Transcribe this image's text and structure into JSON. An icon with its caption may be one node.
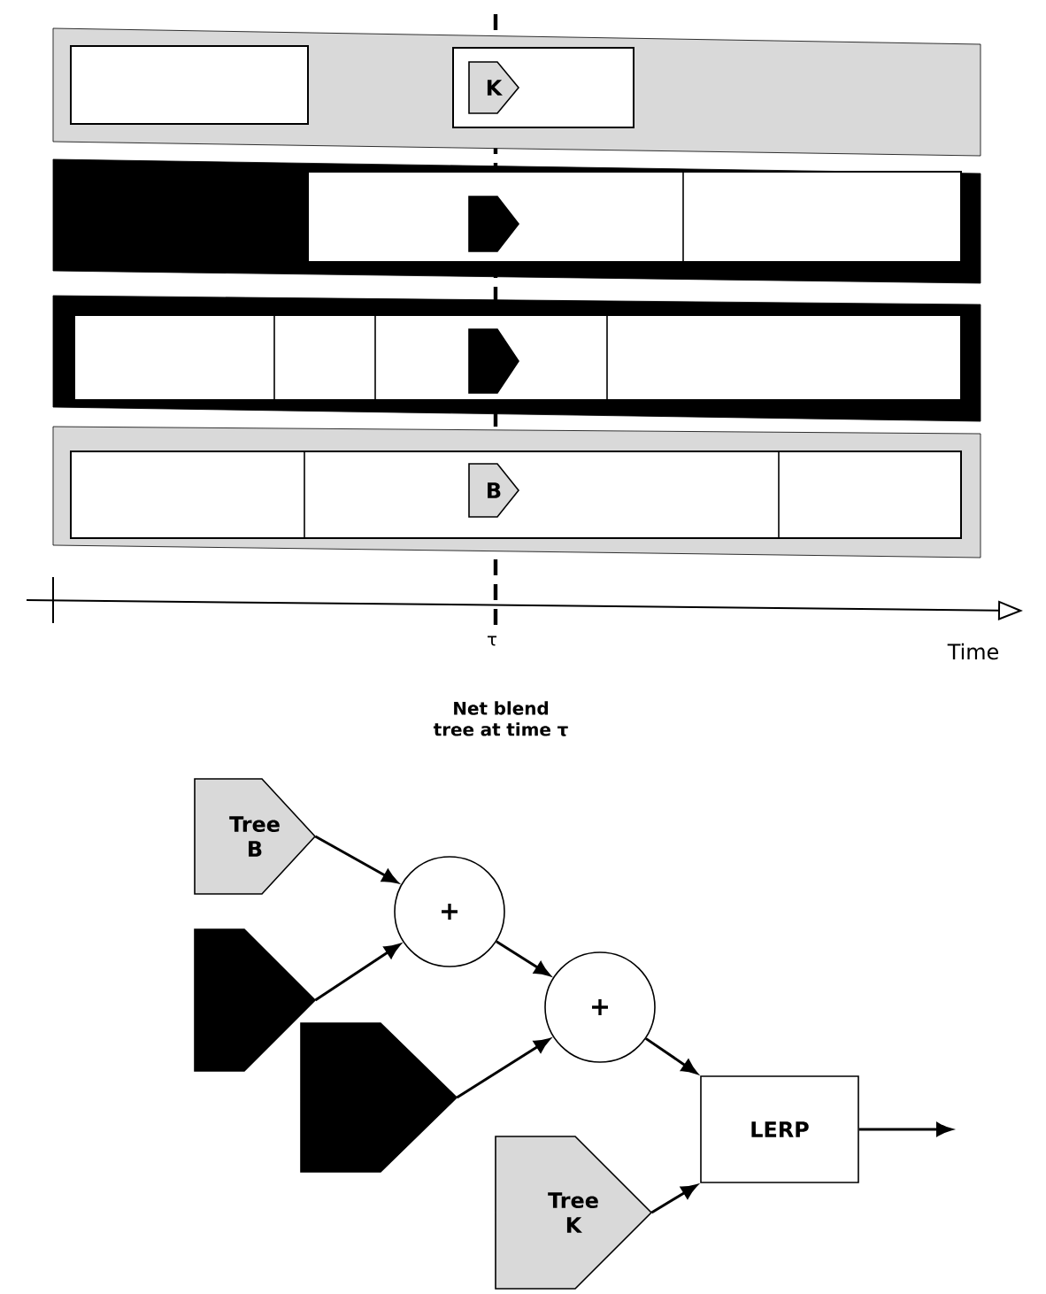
{
  "diagram": {
    "title": "Net blend tree at time τ",
    "nodes": [
      {
        "text": [
          "K"
        ]
      },
      {
        "text": [],
        "shape": "pentagon"
      },
      {
        "text": [],
        "shape": "pentagon"
      },
      {
        "text": [
          "B"
        ]
      },
      {
        "text": [
          "Tree B"
        ]
      },
      {
        "text": [
          "+"
        ]
      },
      {
        "text": [],
        "shape": "pentagon"
      },
      {
        "text": [],
        "shape": "pentagon"
      },
      {
        "text": [
          "+"
        ]
      },
      {
        "text": [
          "LERP"
        ]
      },
      {
        "text": [
          "Tree K"
        ]
      }
    ],
    "edges": [
      {
        "from": 4,
        "to": 5,
        "arrow": "to"
      },
      {
        "from": 6,
        "to": 5,
        "arrow": "to"
      },
      {
        "from": 5,
        "to": 8,
        "arrow": "to"
      },
      {
        "from": 7,
        "to": 8,
        "arrow": "to"
      },
      {
        "from": 8,
        "to": 9,
        "arrow": "to"
      },
      {
        "from": 10,
        "to": 9,
        "arrow": "to"
      },
      {
        "from": 9,
        "to": null,
        "arrow": "to"
      }
    ],
    "labels": [
      "τ",
      "Time"
    ]
  }
}
